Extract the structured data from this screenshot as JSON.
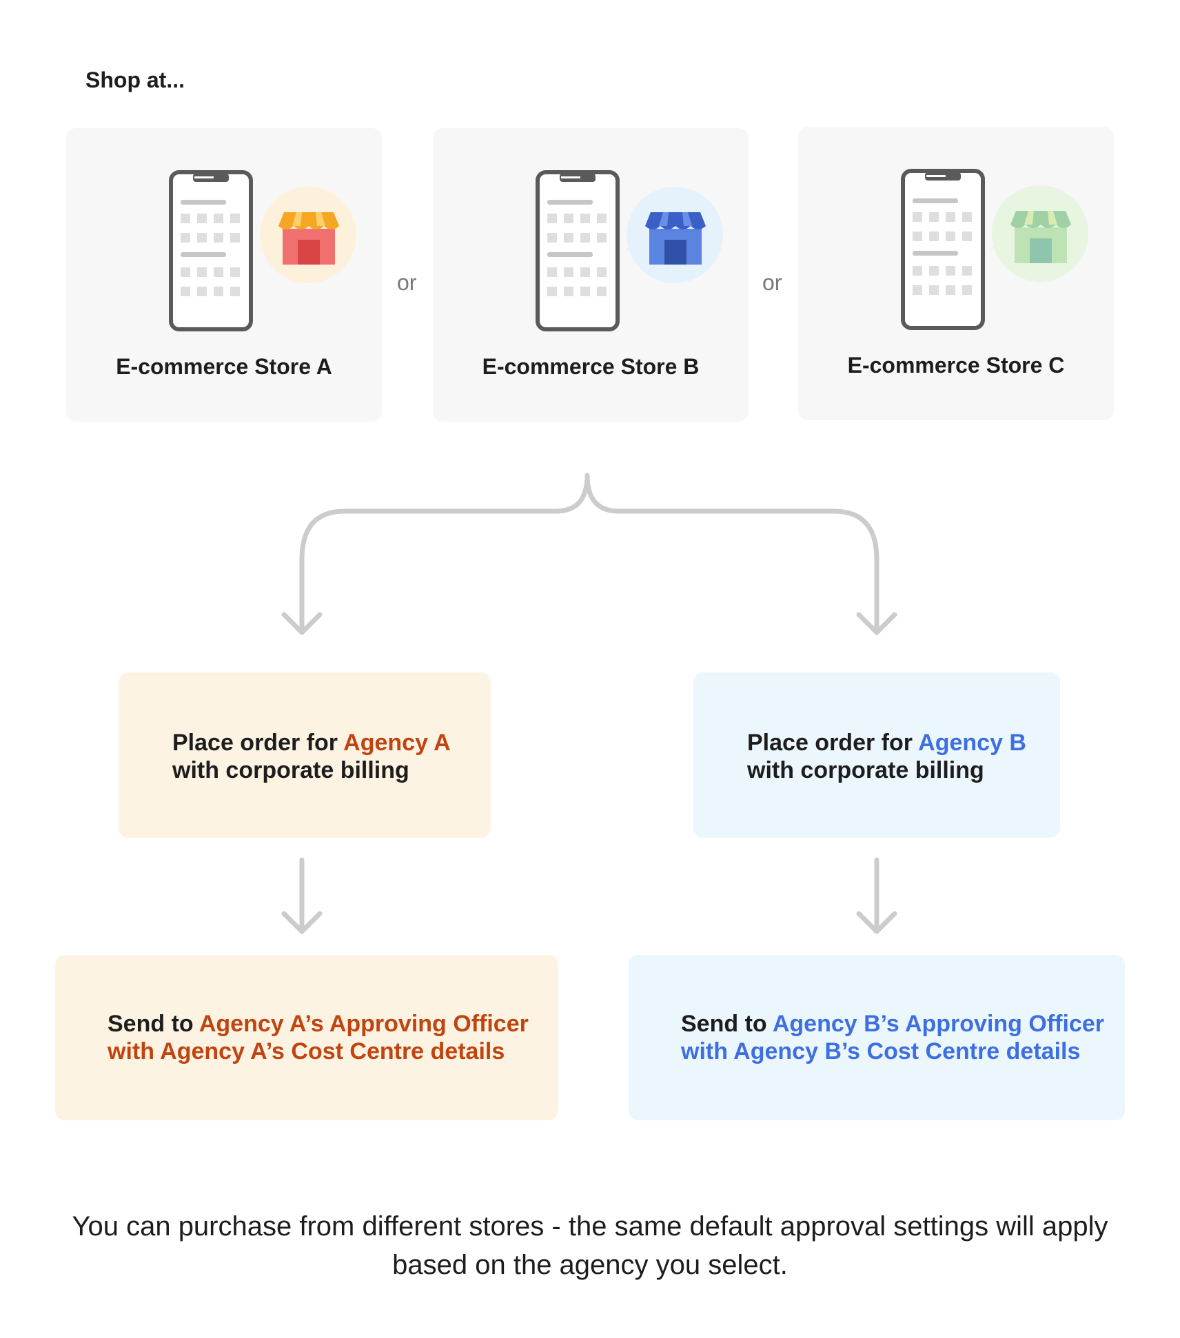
{
  "heading": "Shop at...",
  "stores": [
    {
      "label": "E-commerce Store A",
      "icon": "store-orange-icon",
      "accent": "#f5a623"
    },
    {
      "label": "E-commerce Store B",
      "icon": "store-blue-icon",
      "accent": "#3d6fe0"
    },
    {
      "label": "E-commerce Store C",
      "icon": "store-green-icon",
      "accent": "#9fd49c"
    }
  ],
  "separators": [
    "or",
    "or"
  ],
  "orders": {
    "a": {
      "prefix": "Place order for ",
      "agency": "Agency A",
      "suffix": "with corporate billing"
    },
    "b": {
      "prefix": "Place order for ",
      "agency": "Agency B",
      "suffix": "with corporate billing"
    }
  },
  "approvals": {
    "a": {
      "prefix": "Send to ",
      "line1": "Agency A’s Approving Officer",
      "line2": "with Agency A’s Cost Centre details"
    },
    "b": {
      "prefix": "Send to ",
      "line1": "Agency B’s Approving Officer",
      "line2": "with Agency B’s Cost Centre details"
    }
  },
  "caption": "You can purchase from different stores - the same default approval settings will apply based on the agency you select.",
  "colors": {
    "agency_a": "#c0440f",
    "agency_b": "#3d6fe0",
    "box_a_bg": "#fdf3e3",
    "box_b_bg": "#ecf6fd",
    "card_bg": "#f7f7f7",
    "connector": "#cccccc"
  }
}
